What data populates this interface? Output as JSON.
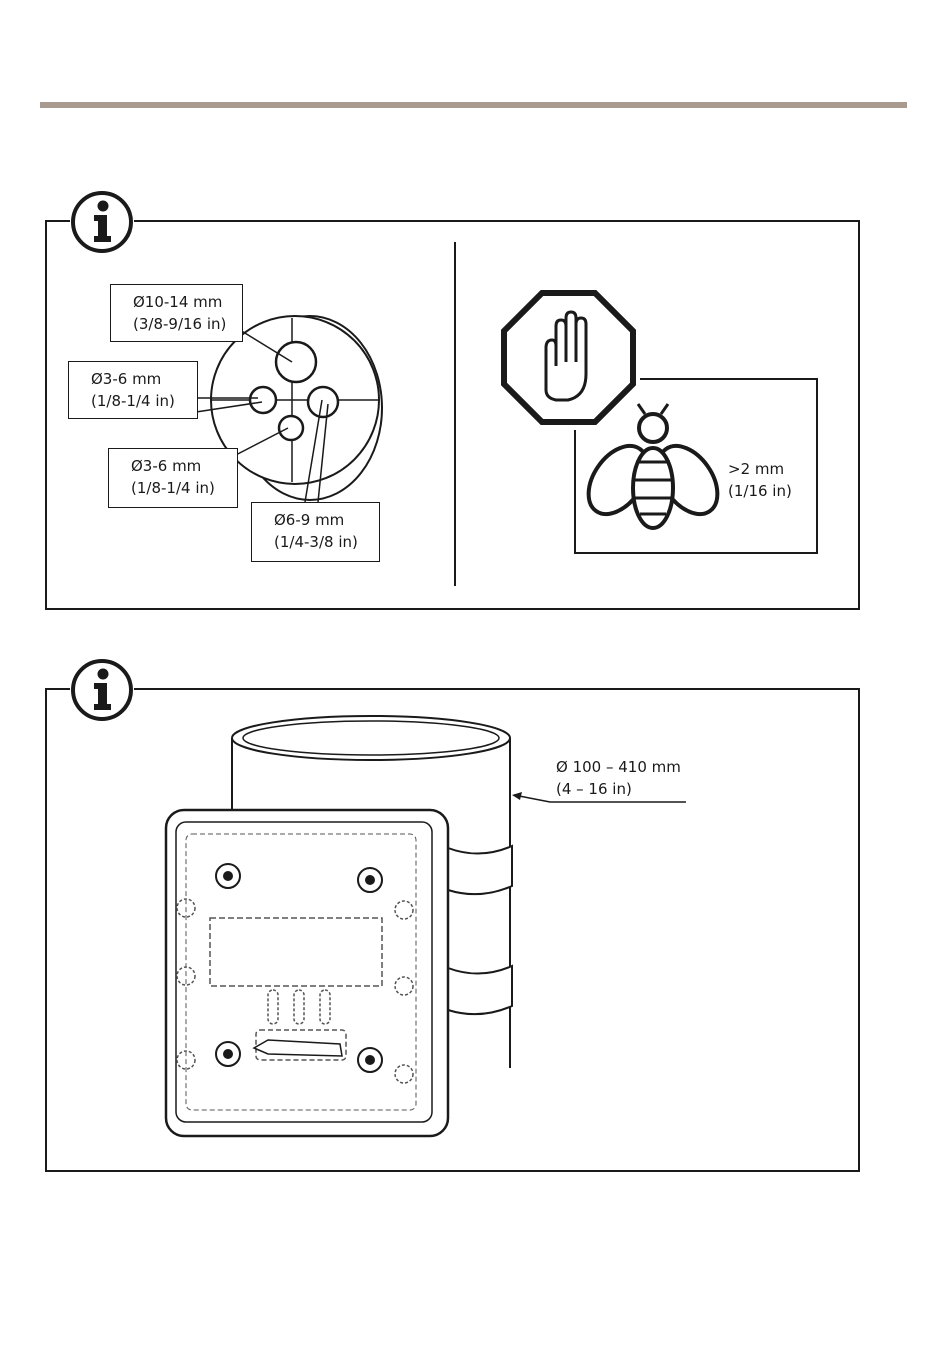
{
  "panels": {
    "cable_glands": {
      "callout_top": {
        "line1": "Ø10-14 mm",
        "line2": "(3/8-9/16 in)"
      },
      "callout_left": {
        "line1": "Ø3-6 mm",
        "line2": "(1/8-1/4 in)"
      },
      "callout_bottom_left": {
        "line1": "Ø3-6 mm",
        "line2": "(1/8-1/4 in)"
      },
      "callout_bottom_right": {
        "line1": "Ø6-9 mm",
        "line2": "(1/4-3/8 in)"
      }
    },
    "insect_gap": {
      "line1": ">2 mm",
      "line2": "(1/16 in)"
    },
    "pole_mount": {
      "line1": "Ø 100 – 410 mm",
      "line2": "(4 – 16 in)"
    }
  },
  "icons": [
    "info-icon",
    "stop-hand-icon",
    "bee-icon"
  ],
  "colors": {
    "rule": "#a89a8e",
    "ink": "#1a1a1a"
  }
}
